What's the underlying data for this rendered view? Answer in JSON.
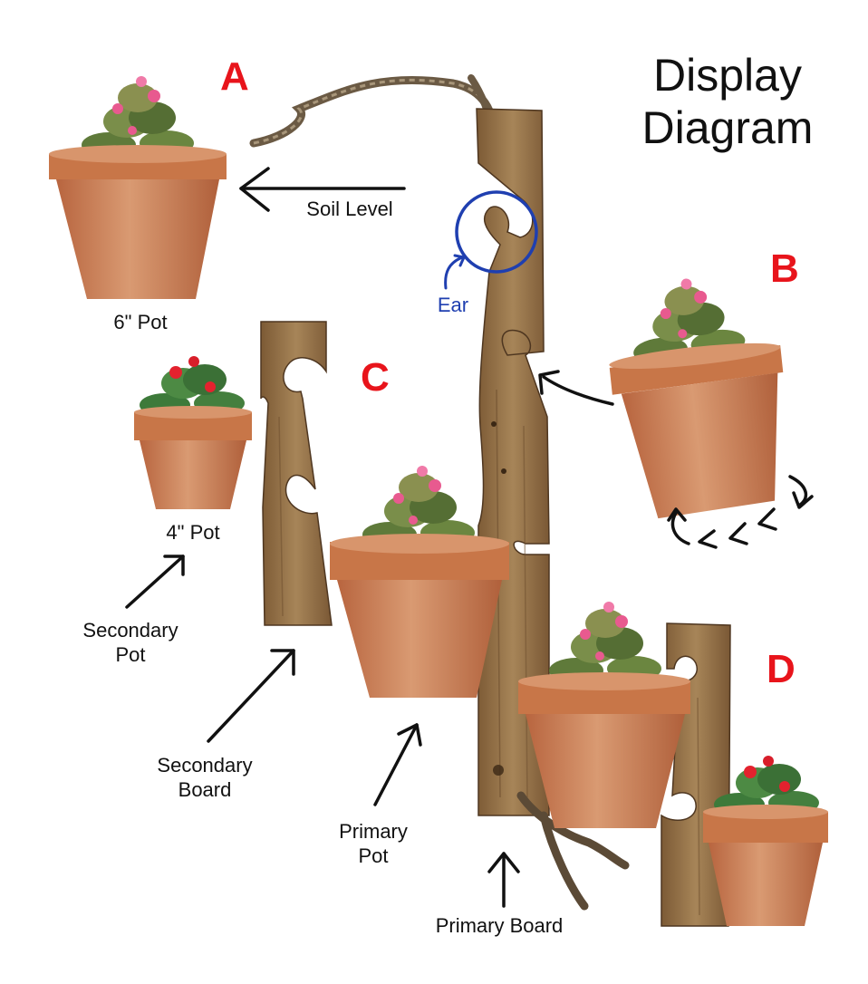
{
  "title": {
    "line1": "Display",
    "line2": "Diagram"
  },
  "steps": {
    "a": "A",
    "b": "B",
    "c": "C",
    "d": "D"
  },
  "labels": {
    "soil_level": "Soil Level",
    "six_inch_pot": "6\" Pot",
    "four_inch_pot": "4\" Pot",
    "ear": "Ear",
    "secondary_pot_l1": "Secondary",
    "secondary_pot_l2": "Pot",
    "secondary_board_l1": "Secondary",
    "secondary_board_l2": "Board",
    "primary_pot_l1": "Primary",
    "primary_pot_l2": "Pot",
    "primary_board": "Primary Board"
  },
  "colors": {
    "step_red": "#e8141b",
    "ear_blue": "#1f3fb0",
    "wood": "#9c7a4e",
    "wood_dark": "#5b4128",
    "terracotta": "#c9774e",
    "terracotta_light": "#d9906a",
    "leaf": "#5f7a3a",
    "flower": "#e85a8f",
    "rope": "#6b5a44"
  }
}
